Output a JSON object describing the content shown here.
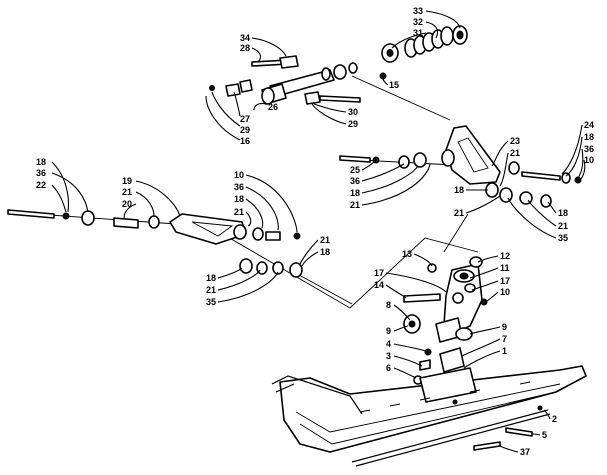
{
  "callouts": [
    {
      "id": "c33",
      "text": "33"
    },
    {
      "id": "c32",
      "text": "32"
    },
    {
      "id": "c31",
      "text": "31"
    },
    {
      "id": "c34",
      "text": "34"
    },
    {
      "id": "c28a",
      "text": "28"
    },
    {
      "id": "c15",
      "text": "15"
    },
    {
      "id": "c26",
      "text": "26"
    },
    {
      "id": "c27",
      "text": "27"
    },
    {
      "id": "c29a",
      "text": "29"
    },
    {
      "id": "c16",
      "text": "16"
    },
    {
      "id": "c30",
      "text": "30"
    },
    {
      "id": "c29b",
      "text": "29"
    },
    {
      "id": "c24",
      "text": "24"
    },
    {
      "id": "c18a",
      "text": "18"
    },
    {
      "id": "c36a",
      "text": "36"
    },
    {
      "id": "c10a",
      "text": "10"
    },
    {
      "id": "c23",
      "text": "23"
    },
    {
      "id": "c21a",
      "text": "21"
    },
    {
      "id": "c25",
      "text": "25"
    },
    {
      "id": "c36b",
      "text": "36"
    },
    {
      "id": "c18b",
      "text": "18"
    },
    {
      "id": "c21b",
      "text": "21"
    },
    {
      "id": "c18c",
      "text": "18"
    },
    {
      "id": "c21c",
      "text": "21"
    },
    {
      "id": "c18d",
      "text": "18"
    },
    {
      "id": "c21d",
      "text": "21"
    },
    {
      "id": "c35a",
      "text": "35"
    },
    {
      "id": "c18e",
      "text": "18"
    },
    {
      "id": "c36c",
      "text": "36"
    },
    {
      "id": "c22",
      "text": "22"
    },
    {
      "id": "c19",
      "text": "19"
    },
    {
      "id": "c21e",
      "text": "21"
    },
    {
      "id": "c20",
      "text": "20"
    },
    {
      "id": "c10b",
      "text": "10"
    },
    {
      "id": "c36d",
      "text": "36"
    },
    {
      "id": "c18f",
      "text": "18"
    },
    {
      "id": "c21f",
      "text": "21"
    },
    {
      "id": "c21g",
      "text": "21"
    },
    {
      "id": "c18g",
      "text": "18"
    },
    {
      "id": "c18h",
      "text": "18"
    },
    {
      "id": "c21h",
      "text": "21"
    },
    {
      "id": "c35b",
      "text": "35"
    },
    {
      "id": "c13",
      "text": "13"
    },
    {
      "id": "c12",
      "text": "12"
    },
    {
      "id": "c11",
      "text": "11"
    },
    {
      "id": "c17a",
      "text": "17"
    },
    {
      "id": "c14",
      "text": "14"
    },
    {
      "id": "c17b",
      "text": "17"
    },
    {
      "id": "c10c",
      "text": "10"
    },
    {
      "id": "c8",
      "text": "8"
    },
    {
      "id": "c9a",
      "text": "9"
    },
    {
      "id": "c9b",
      "text": "9"
    },
    {
      "id": "c7",
      "text": "7"
    },
    {
      "id": "c4",
      "text": "4"
    },
    {
      "id": "c1",
      "text": "1"
    },
    {
      "id": "c3",
      "text": "3"
    },
    {
      "id": "c6",
      "text": "6"
    },
    {
      "id": "c2",
      "text": "2"
    },
    {
      "id": "c5",
      "text": "5"
    },
    {
      "id": "c37",
      "text": "37"
    }
  ]
}
